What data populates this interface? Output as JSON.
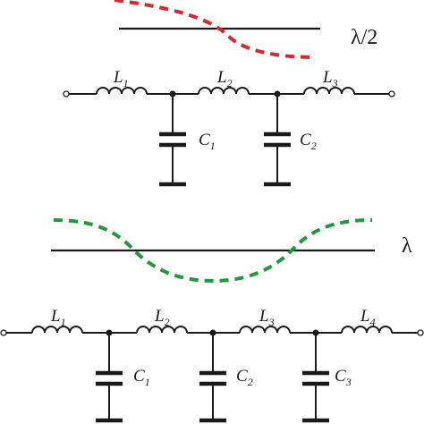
{
  "top": {
    "wavelength_label": "λ/2",
    "wave_color": "#d9262b",
    "inductors": [
      {
        "letter": "L",
        "sub": "1"
      },
      {
        "letter": "L",
        "sub": "2"
      },
      {
        "letter": "L",
        "sub": "3"
      }
    ],
    "capacitors": [
      {
        "letter": "C",
        "sub": "1"
      },
      {
        "letter": "C",
        "sub": "2"
      }
    ]
  },
  "bottom": {
    "wavelength_label": "λ",
    "wave_color": "#1f9a3a",
    "inductors": [
      {
        "letter": "L",
        "sub": "1"
      },
      {
        "letter": "L",
        "sub": "2"
      },
      {
        "letter": "L",
        "sub": "3"
      },
      {
        "letter": "L",
        "sub": "4"
      }
    ],
    "capacitors": [
      {
        "letter": "C",
        "sub": "1"
      },
      {
        "letter": "C",
        "sub": "2"
      },
      {
        "letter": "C",
        "sub": "3"
      }
    ]
  }
}
